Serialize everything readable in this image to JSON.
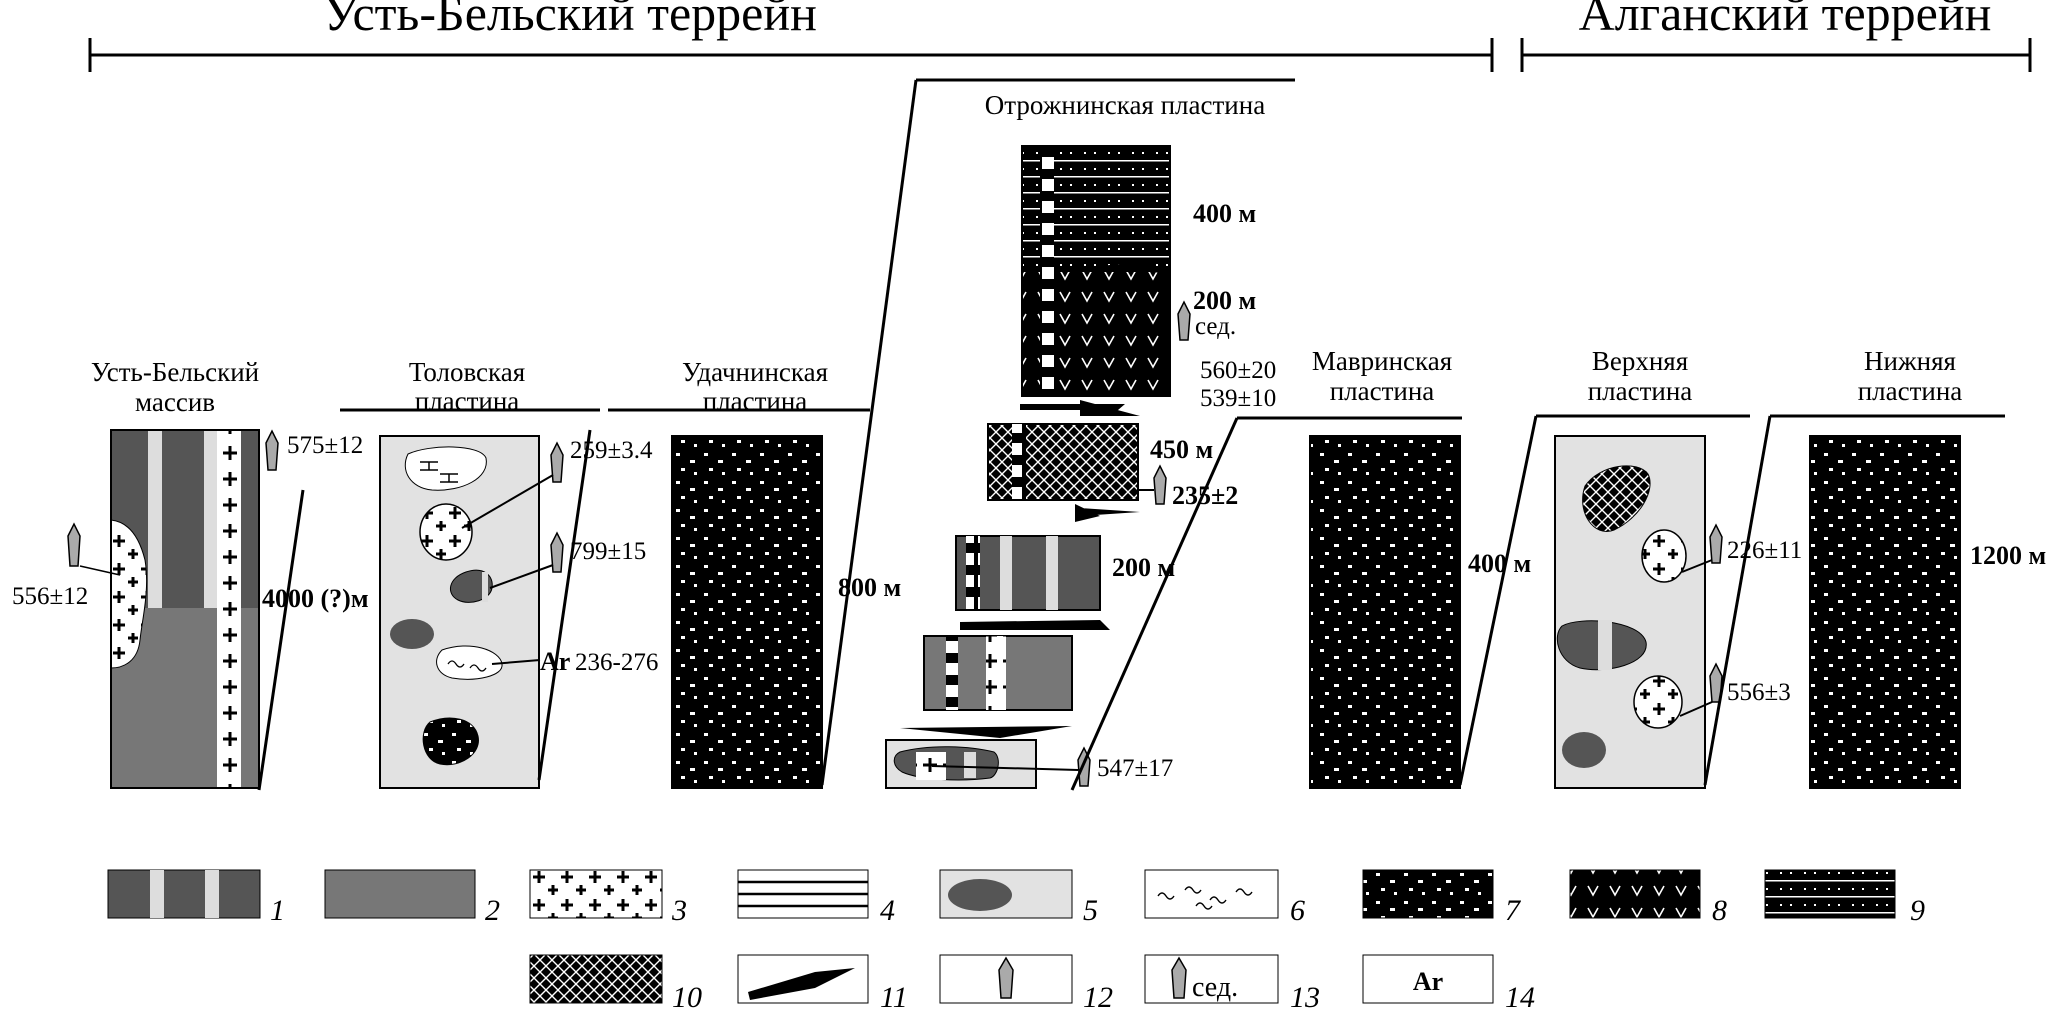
{
  "header": {
    "left_terrane": "Усть-Бельский террейн",
    "right_terrane": "Алганский террейн"
  },
  "columns": {
    "ust_belsky": {
      "title_line1": "Усть-Бельский",
      "title_line2": "массив",
      "ages": [
        "575±12",
        "556±12"
      ],
      "thickness": "4000 (?)м"
    },
    "tolovskaya": {
      "title_line1": "Толовская",
      "title_line2": "пластина",
      "ages": [
        "259±3.4",
        "799±15"
      ],
      "ar_label": "Ar",
      "ar_age": "236-276"
    },
    "udachninskaya": {
      "title_line1": "Удачнинская",
      "title_line2": "пластина",
      "thickness": "800 м"
    },
    "otrozhninskaya": {
      "title": "Отрожнинская пластина",
      "thicknesses": [
        "400 м",
        "200 м",
        "450 м",
        "200 м"
      ],
      "sed_label": "сед.",
      "ages": [
        "560±20",
        "539±10",
        "235±2",
        "547±17"
      ]
    },
    "mavrinskaya": {
      "title_line1": "Мавринская",
      "title_line2": "пластина",
      "thickness": "400 м"
    },
    "verkhnyaya": {
      "title_line1": "Верхняя",
      "title_line2": "пластина",
      "ages": [
        "226±11",
        "556±3"
      ]
    },
    "nizhnyaya": {
      "title_line1": "Нижняя",
      "title_line2": "пластина",
      "thickness": "1200 м"
    }
  },
  "legend": {
    "numbers": [
      "1",
      "2",
      "3",
      "4",
      "5",
      "6",
      "7",
      "8",
      "9",
      "10",
      "11",
      "12",
      "13",
      "14"
    ],
    "sed_label": "сед.",
    "ar_label": "Ar"
  }
}
